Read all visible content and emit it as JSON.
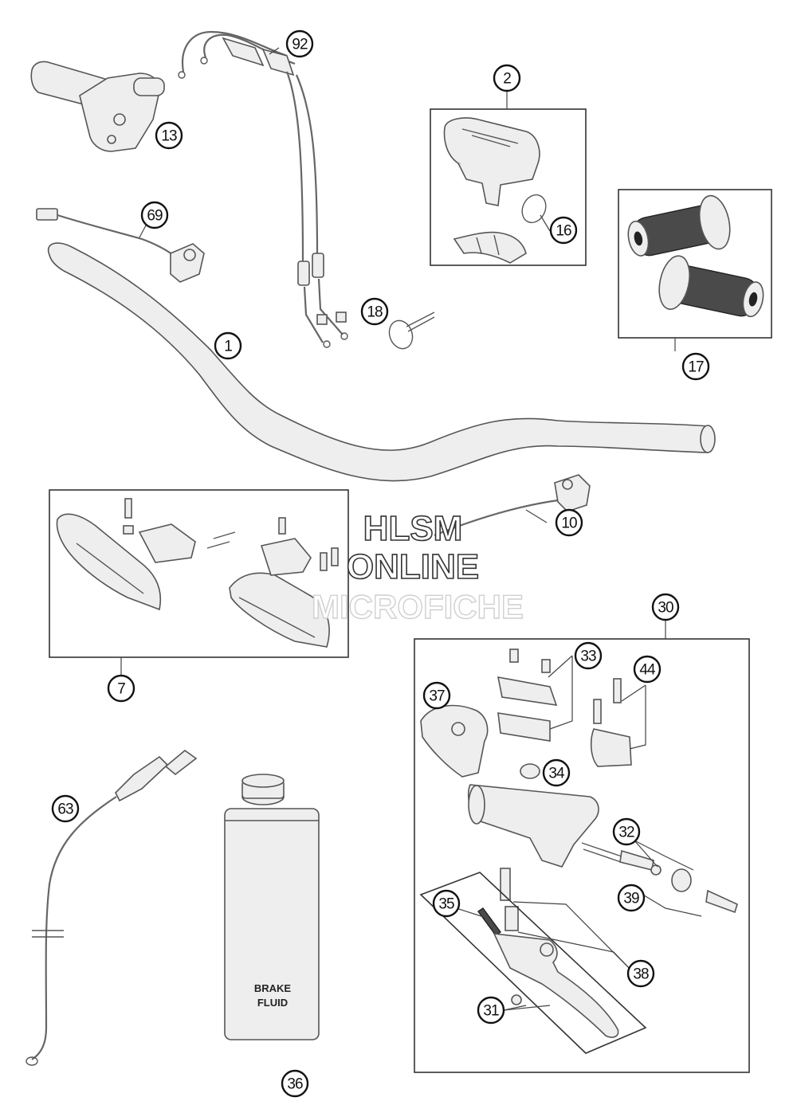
{
  "watermark": {
    "line1": "HLSM",
    "line2": "ONLINE",
    "line3": "MICROFICHE"
  },
  "can_label": {
    "line1": "BRAKE",
    "line2": "FLUID"
  },
  "callouts": [
    {
      "id": "92",
      "label": "92"
    },
    {
      "id": "13",
      "label": "13"
    },
    {
      "id": "2",
      "label": "2"
    },
    {
      "id": "16",
      "label": "16"
    },
    {
      "id": "69",
      "label": "69"
    },
    {
      "id": "17",
      "label": "17"
    },
    {
      "id": "18",
      "label": "18"
    },
    {
      "id": "1",
      "label": "1"
    },
    {
      "id": "10",
      "label": "10"
    },
    {
      "id": "7",
      "label": "7"
    },
    {
      "id": "30",
      "label": "30"
    },
    {
      "id": "33",
      "label": "33"
    },
    {
      "id": "44",
      "label": "44"
    },
    {
      "id": "37",
      "label": "37"
    },
    {
      "id": "34",
      "label": "34"
    },
    {
      "id": "63",
      "label": "63"
    },
    {
      "id": "32",
      "label": "32"
    },
    {
      "id": "39",
      "label": "39"
    },
    {
      "id": "35",
      "label": "35"
    },
    {
      "id": "38",
      "label": "38"
    },
    {
      "id": "31",
      "label": "31"
    },
    {
      "id": "36",
      "label": "36"
    }
  ]
}
